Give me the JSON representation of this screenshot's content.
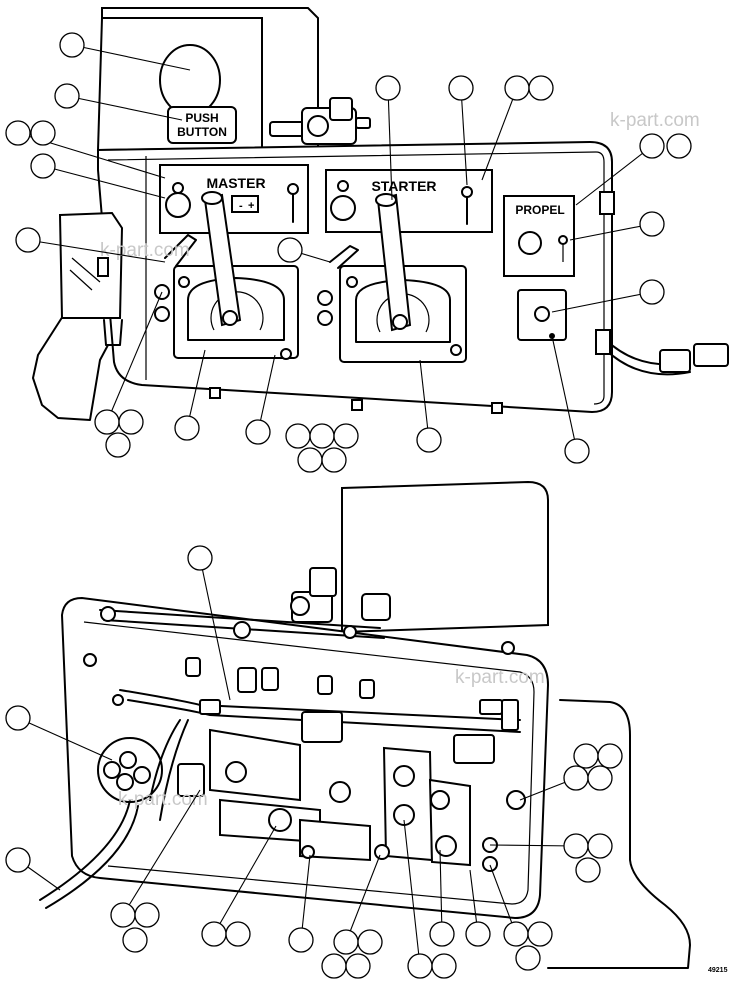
{
  "labels": {
    "push_button": [
      "PUSH",
      "BUTTON"
    ],
    "master": "MASTER",
    "starter": "STARTER",
    "propel": "PROPEL"
  },
  "watermark": "k-part.com",
  "figure_code": "49215",
  "icon_names": [
    "battery-icon"
  ]
}
